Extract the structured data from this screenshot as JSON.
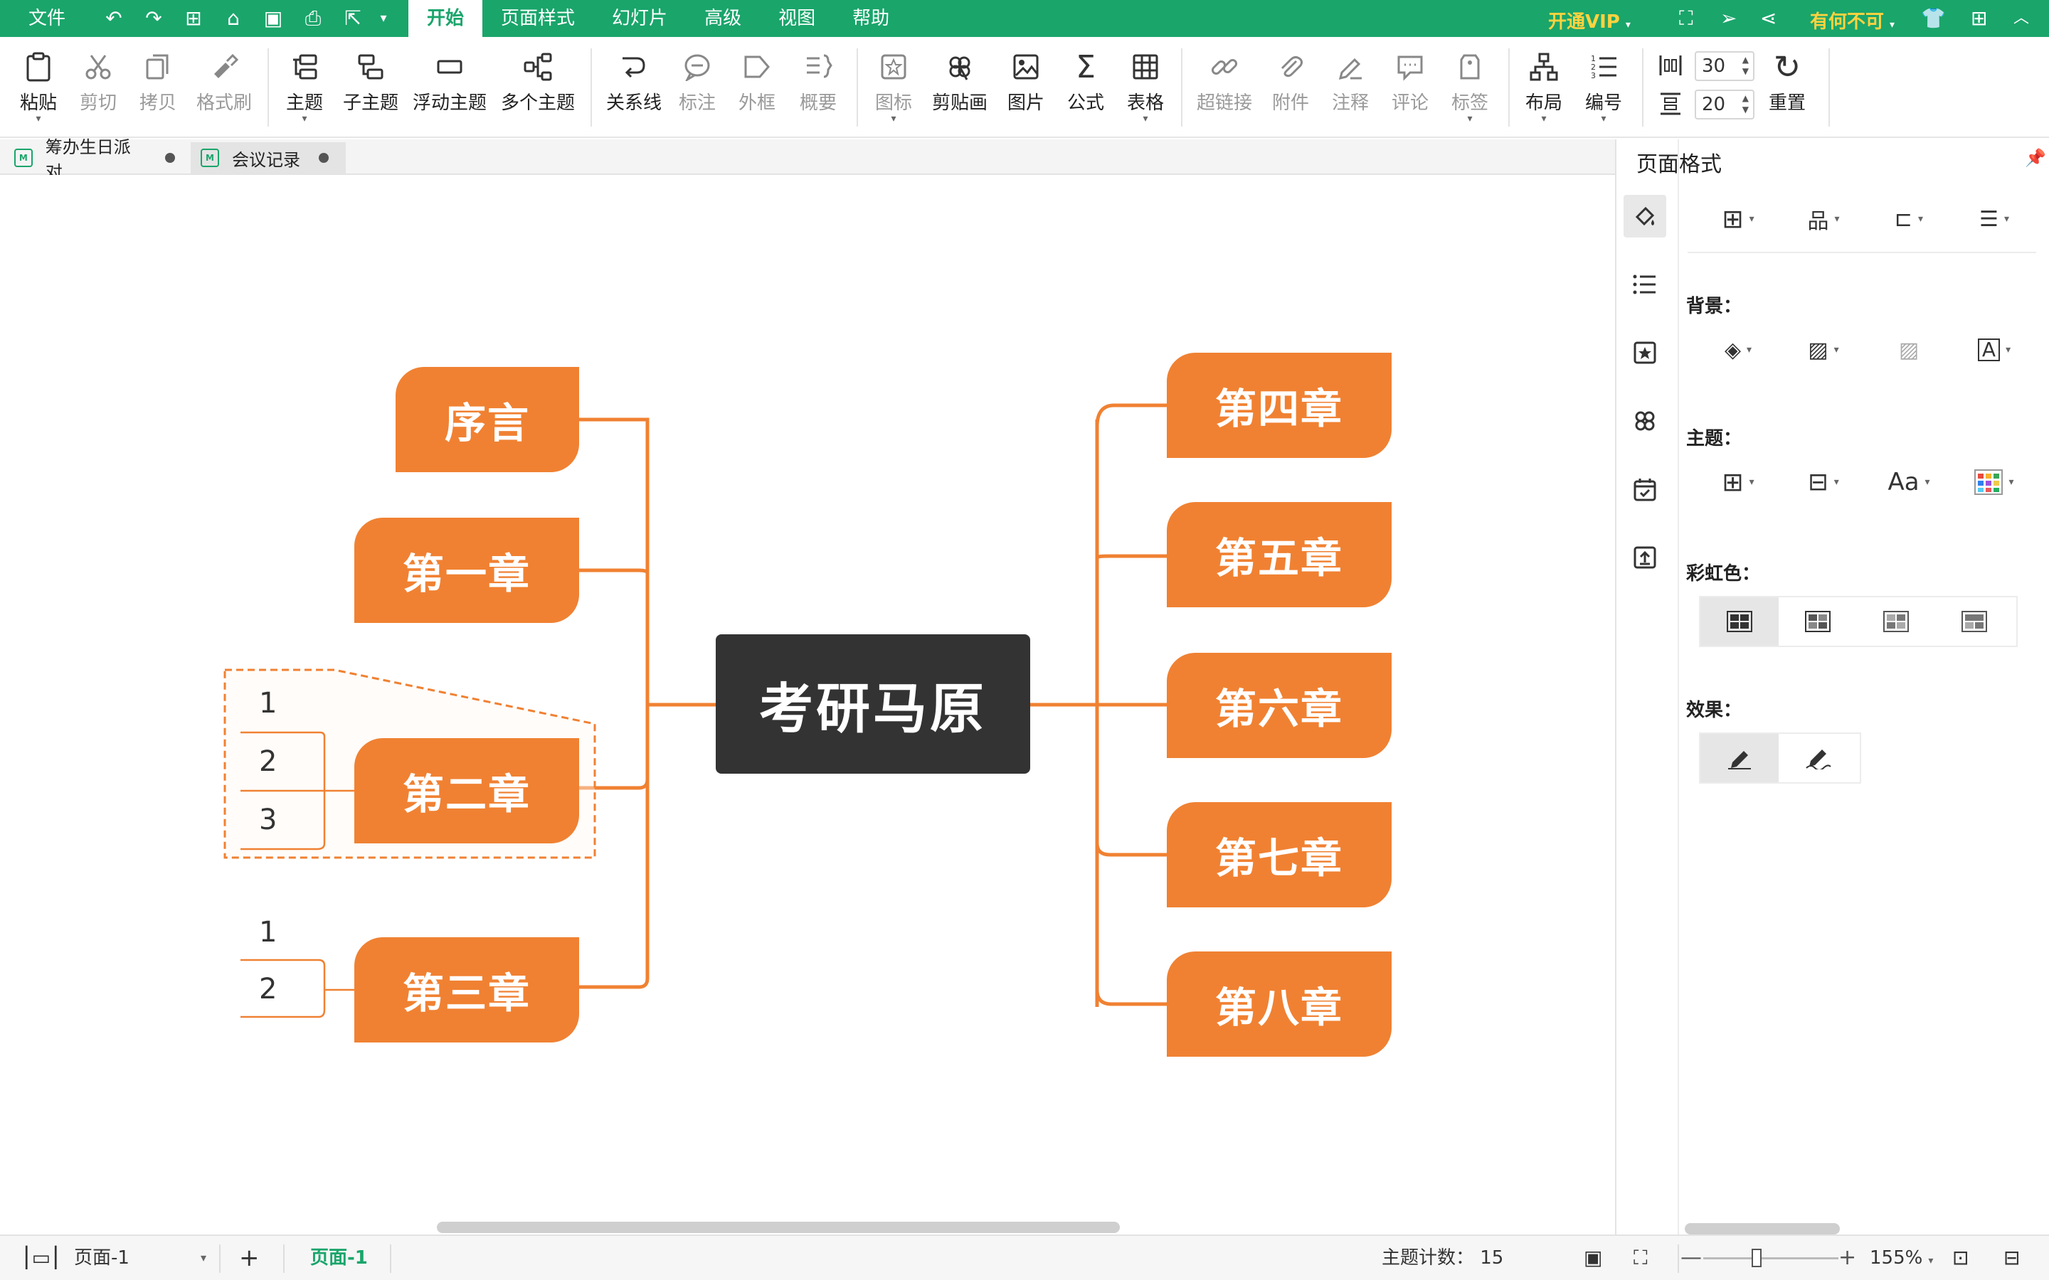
{
  "menubar": {
    "file": "文件",
    "tabs": [
      "开始",
      "页面样式",
      "幻灯片",
      "高级",
      "视图",
      "帮助"
    ],
    "active_tab": "开始",
    "vip": "开通VIP",
    "user": "有何不可"
  },
  "ribbon": {
    "paste": "粘贴",
    "cut": "剪切",
    "copy": "拷贝",
    "format_painter": "格式刷",
    "topic": "主题",
    "subtopic": "子主题",
    "floating_topic": "浮动主题",
    "multi_topic": "多个主题",
    "relation": "关系线",
    "callout": "标注",
    "boundary": "外框",
    "summary": "概要",
    "icon": "图标",
    "clipart": "剪贴画",
    "image": "图片",
    "formula": "公式",
    "table": "表格",
    "hyperlink": "超链接",
    "attachment": "附件",
    "note": "注释",
    "comment": "评论",
    "tag": "标签",
    "layout": "布局",
    "numbering": "编号",
    "spacing_h": "30",
    "spacing_v": "20",
    "reset": "重置"
  },
  "doc_tabs": [
    "筹办生日派对",
    "会议记录"
  ],
  "mindmap": {
    "central": "考研马原",
    "left": [
      "序言",
      "第一章",
      "第二章",
      "第三章"
    ],
    "right": [
      "第四章",
      "第五章",
      "第六章",
      "第七章",
      "第八章"
    ],
    "chapter2_subs": [
      "1",
      "2",
      "3"
    ],
    "chapter3_subs": [
      "1",
      "2"
    ]
  },
  "panel": {
    "title": "页面格式",
    "background_label": "背景：",
    "theme_label": "主题：",
    "rainbow_label": "彩虹色：",
    "effect_label": "效果："
  },
  "statusbar": {
    "page_select": "页面-1",
    "page_tab": "页面-1",
    "topic_count": "主题计数： 15",
    "zoom": "155%"
  },
  "colors": {
    "brand": "#1aa56b",
    "node": "#f08132",
    "central": "#333333",
    "vip": "#ffd23f"
  }
}
